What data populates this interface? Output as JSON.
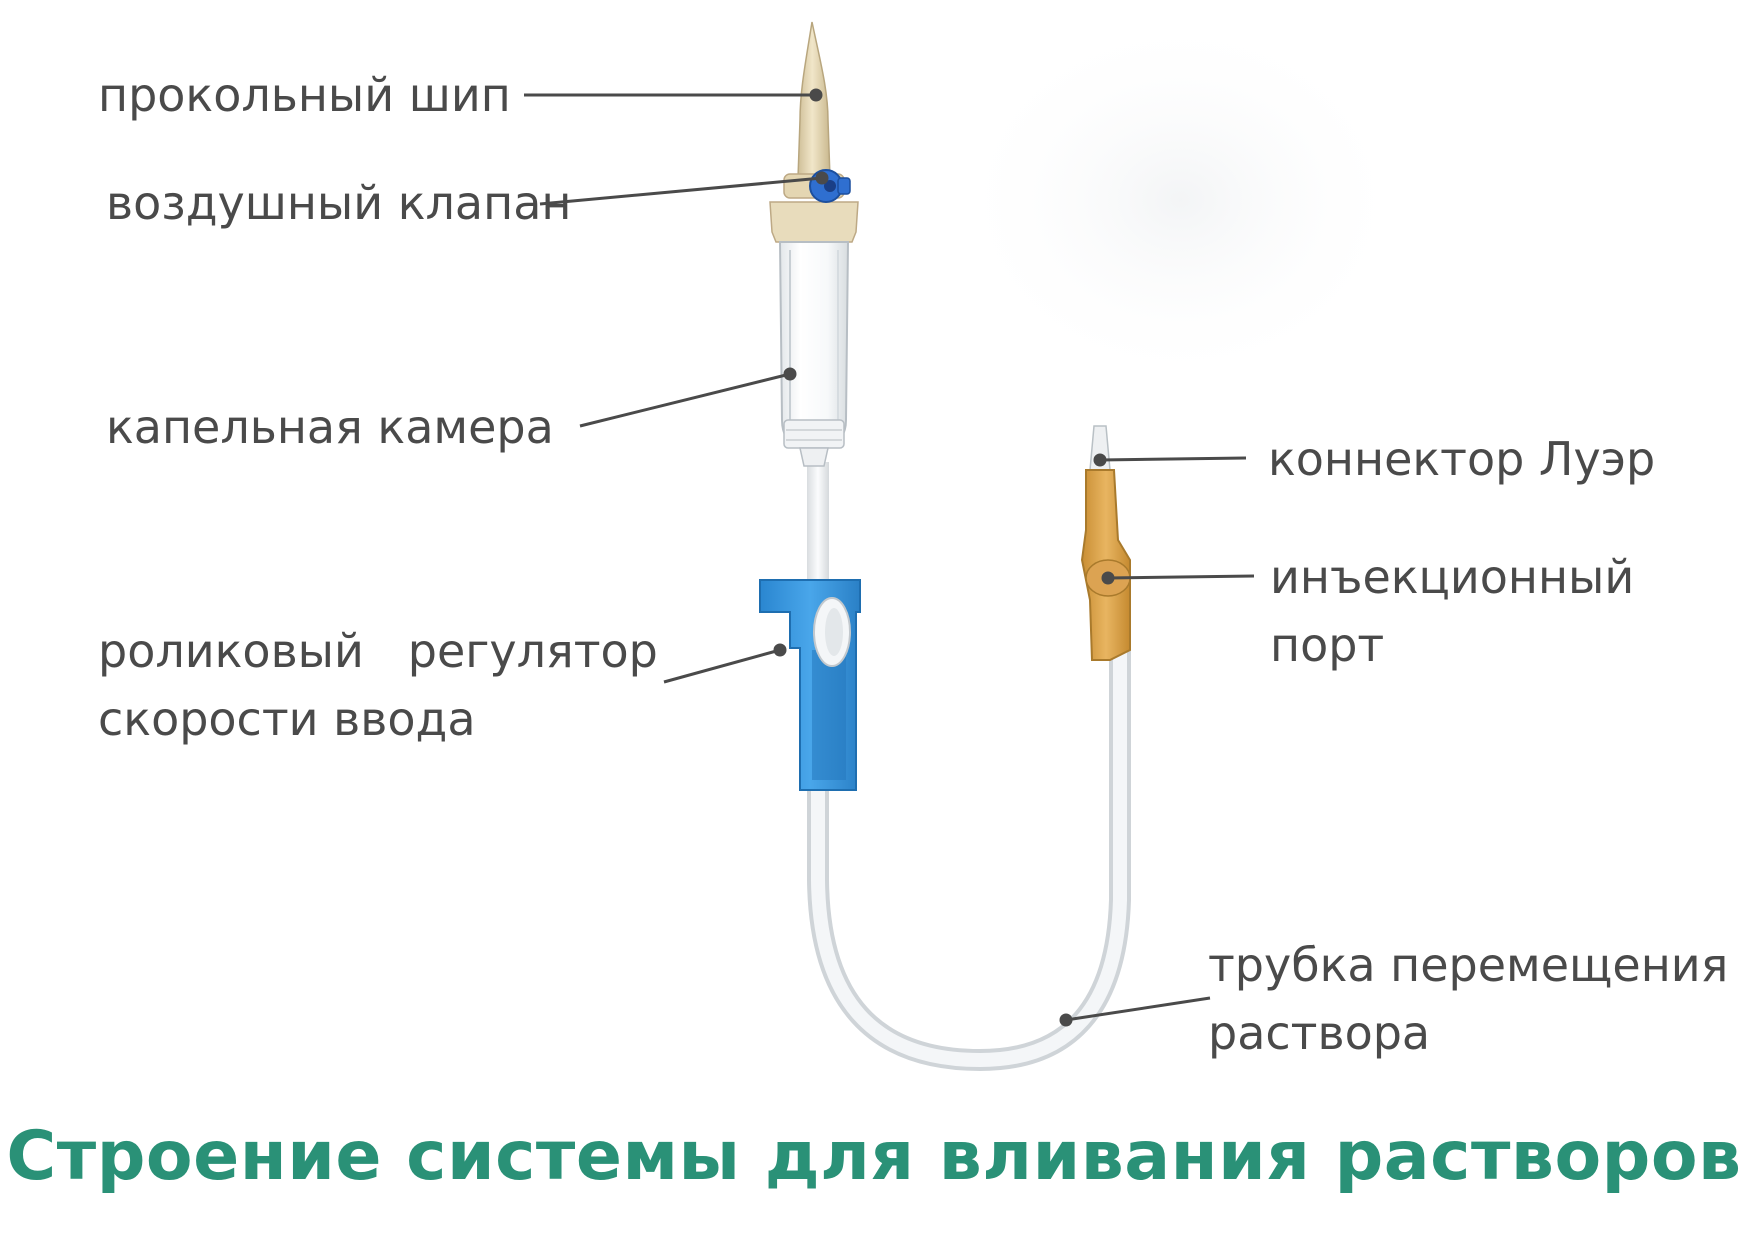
{
  "title": "Строение системы для вливания растворов",
  "colors": {
    "title": "#2a9177",
    "label_text": "#4a4a4a",
    "leader_line": "#4a4a4a",
    "roller_clamp": "#2e8fd8",
    "spike": "#e6d8b8",
    "connector": "#d8a24a",
    "tubing": "#eef1f3"
  },
  "labels": {
    "spike": "прокольный шип",
    "air_valve": "воздушный клапан",
    "drip_chamber": "капельная камера",
    "roller_clamp_line1": "роликовый   регулятор",
    "roller_clamp_line2": "скорости ввода",
    "luer_connector": "коннектор Луэр",
    "injection_port_line1": "инъекционный",
    "injection_port_line2": "порт",
    "tubing_line1": "трубка перемещения",
    "tubing_line2": "раствора"
  }
}
